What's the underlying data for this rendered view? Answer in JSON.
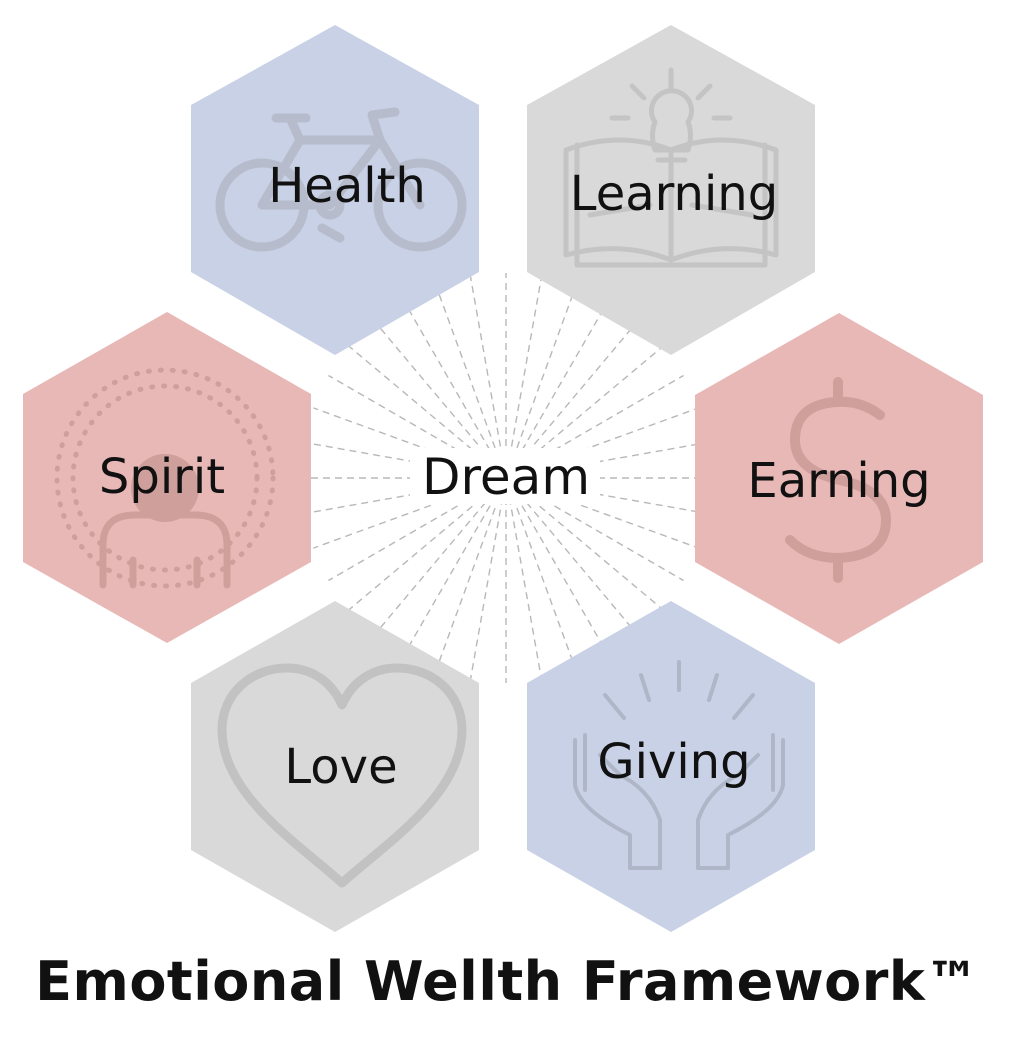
{
  "center": {
    "label": "Dream"
  },
  "hexes": {
    "health": {
      "label": "Health",
      "icon": "bicycle-icon",
      "color": "#c8d1e5"
    },
    "learning": {
      "label": "Learning",
      "icon": "book-lightbulb-icon",
      "color": "#d9d9d9"
    },
    "spirit": {
      "label": "Spirit",
      "icon": "person-aura-icon",
      "color": "#e8b8b6"
    },
    "earning": {
      "label": "Earning",
      "icon": "dollar-icon",
      "color": "#e8b8b6"
    },
    "love": {
      "label": "Love",
      "icon": "heart-icon",
      "color": "#d9d9d9"
    },
    "giving": {
      "label": "Giving",
      "icon": "open-hands-icon",
      "color": "#c8d1e5"
    }
  },
  "title": "Emotional Wellth Framework™",
  "colors": {
    "text": "#111111",
    "icon_stroke": "#b8b8b8",
    "rays": "#b8b8b8"
  }
}
